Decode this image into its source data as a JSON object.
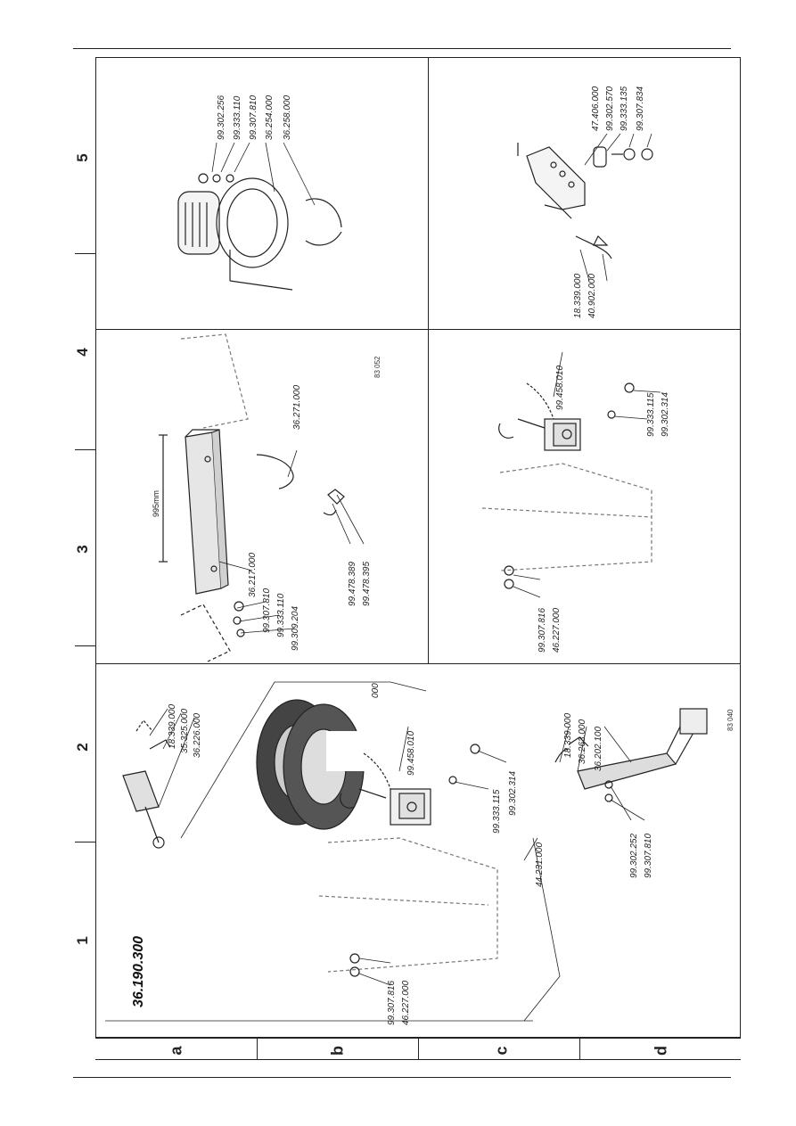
{
  "grid": {
    "rows": [
      "1",
      "2",
      "3",
      "4",
      "5"
    ],
    "columns": [
      "a",
      "b",
      "c",
      "d"
    ]
  },
  "panel_main": {
    "ref": "36.190.300",
    "parts": [
      "18.339.000",
      "35.325.000",
      "36.226.000",
      "99.458.010",
      "99.302.314",
      "99.333.115",
      "18.339.000",
      "36.263.000",
      "36.202.100",
      "99.302.252",
      "99.307.810",
      "99.307.816",
      "46.227.000",
      "44.231.000"
    ],
    "fragment": "000",
    "sig": "83 040"
  },
  "panel_box": {
    "dim": "995mm",
    "parts": [
      "36.217.000",
      "99.307.810",
      "99.333.110",
      "99.309.204",
      "36.271.000",
      "99.478.389",
      "99.478.395"
    ],
    "sig": "83 052"
  },
  "panel_hitch": {
    "parts": [
      "99.458.010",
      "99.302.314",
      "99.333.115",
      "99.307.816",
      "46.227.000"
    ]
  },
  "panel_hub": {
    "parts": [
      "99.302.256",
      "99.333.110",
      "99.307.810",
      "36.254.000",
      "36.258.000"
    ]
  },
  "panel_bracket": {
    "parts": [
      "47.406.000",
      "99.302.570",
      "99.333.135",
      "99.307.834",
      "18.339.000",
      "40.902.000"
    ]
  }
}
